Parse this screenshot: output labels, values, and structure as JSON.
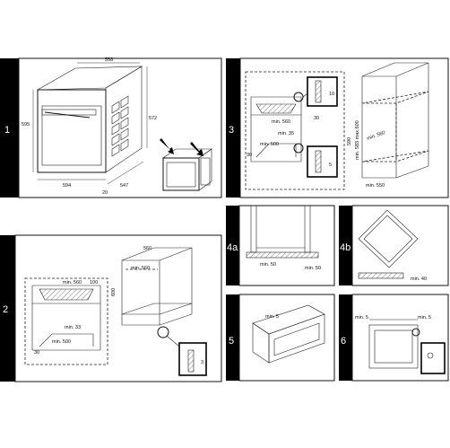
{
  "panels": {
    "p1": {
      "label": "1",
      "dims": {
        "width_top": "558",
        "height_left": "595",
        "height_right": "572",
        "depth_bottom": "547",
        "width_bottom": "594",
        "offset_small": "20"
      }
    },
    "p2": {
      "label": "2",
      "dims": {
        "min560": "min. 560",
        "d100": "100",
        "min33": "min. 33",
        "min500": "min. 500",
        "d30": "30",
        "top_560": "560",
        "min560_side": "min. 560",
        "h600": "600",
        "three": "3"
      }
    },
    "p3": {
      "label": "3",
      "dims": {
        "min560": "min. 560",
        "d10": "10",
        "d30": "30",
        "min35": "min. 35",
        "min500": "min. 500",
        "d30b": "30",
        "h590": "590",
        "h_range": "min. 583 max.600",
        "min560_d": "min. 560",
        "min550": "min. 550",
        "d5": "5"
      }
    },
    "p4a": {
      "label": "4a",
      "dims": {
        "min50_l": "min. 50",
        "min50_r": "min. 50"
      }
    },
    "p4b": {
      "label": "4b",
      "dims": {
        "min40": "min. 40"
      }
    },
    "p5": {
      "label": "5",
      "dims": {
        "min5": "min. 5"
      }
    },
    "p6": {
      "label": "6",
      "dims": {
        "min5_l": "min. 5",
        "min5_r": "min. 5"
      }
    }
  }
}
